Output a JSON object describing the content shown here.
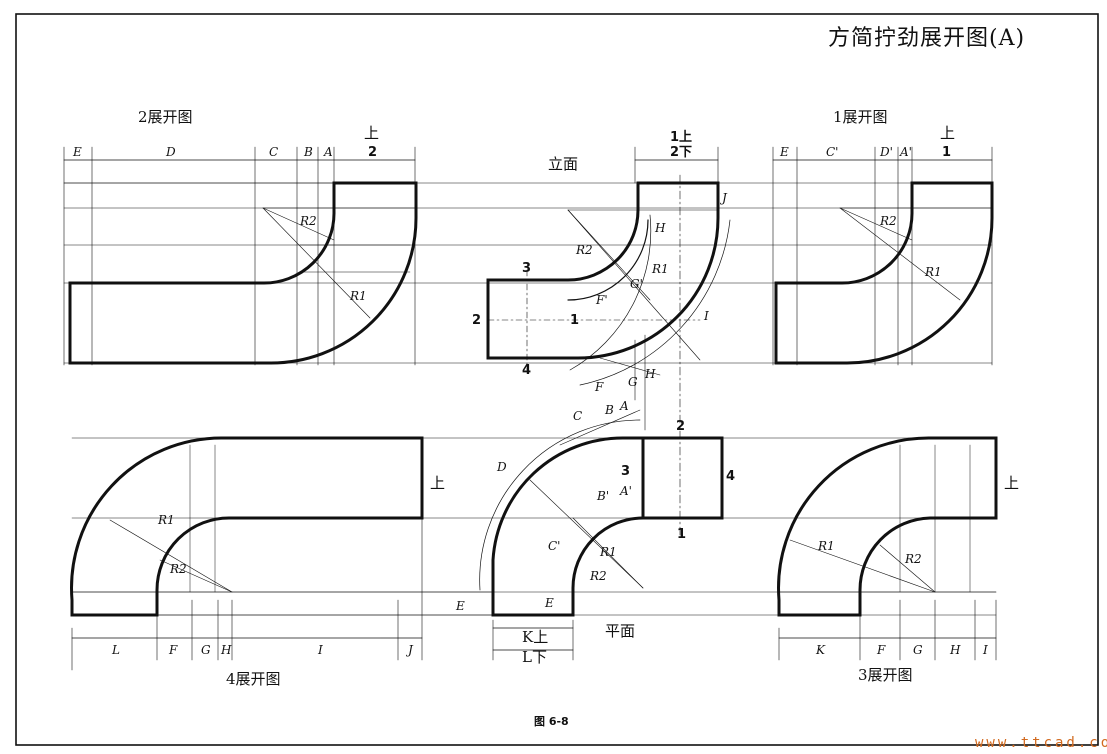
{
  "title": "方简拧劲展开图(A)",
  "figure_caption": "图 6-8",
  "watermark": "www.ttcad.com",
  "views": {
    "unfold_2": "2展开图",
    "unfold_1": "1展开图",
    "unfold_4": "4展开图",
    "unfold_3": "3展开图",
    "elevation": "立面",
    "plan": "平面"
  },
  "dims_top_left": [
    "E",
    "D",
    "C",
    "B",
    "A",
    "2",
    "上"
  ],
  "dims_top_mid": [
    "1上",
    "2下"
  ],
  "dims_top_right": [
    "E",
    "C'",
    "D'",
    "A'",
    "1",
    "上"
  ],
  "dims_bottom_left": [
    "L",
    "F",
    "G",
    "H",
    "I",
    "J"
  ],
  "dims_bottom_mid": [
    "K上",
    "L下"
  ],
  "dims_bottom_right": [
    "K",
    "F",
    "G",
    "H",
    "I"
  ],
  "radius_labels": {
    "r1": "R1",
    "r2": "R2"
  },
  "elevation_labels": {
    "n3": "3",
    "n2": "2",
    "n1": "1",
    "n4": "4",
    "F": "F",
    "G": "G",
    "H": "H",
    "I": "I",
    "J": "J",
    "R2": "R2",
    "R1": "R1",
    "F1": "F'",
    "G1": "G'"
  },
  "plan_labels": {
    "C": "C",
    "B": "B",
    "A": "A",
    "n2": "2",
    "D": "D",
    "n3": "3",
    "n4": "4",
    "B1": "B'",
    "A1": "A'",
    "C1": "C'",
    "n1": "1",
    "E": "E",
    "E2": "E",
    "R1": "R1",
    "R2": "R2"
  },
  "side_upper": "上"
}
